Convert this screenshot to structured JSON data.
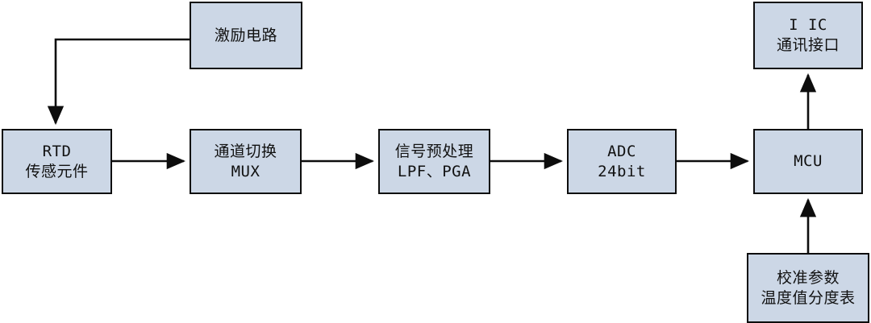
{
  "diagram": {
    "type": "block-diagram",
    "background_color": "#ffffff",
    "node_fill_color": "#ccd7e6",
    "node_border_color": "#0d0d0d",
    "edge_color": "#0d0d0d",
    "nodes": {
      "excitation": {
        "line1": "激励电路",
        "line2": ""
      },
      "iic": {
        "line1": "I IC",
        "line2": "通讯接口"
      },
      "rtd": {
        "line1": "RTD",
        "line2": "传感元件"
      },
      "mux": {
        "line1": "通道切换",
        "line2": "MUX"
      },
      "preprocess": {
        "line1": "信号预处理",
        "line2": "LPF、PGA"
      },
      "adc": {
        "line1": "ADC",
        "line2": "24bit"
      },
      "mcu": {
        "line1": "MCU",
        "line2": ""
      },
      "calibration": {
        "line1": "校准参数",
        "line2": "温度值分度表"
      }
    },
    "edges": [
      {
        "name": "excitation-to-rtd",
        "from": "excitation",
        "to": "rtd",
        "style": "elbow-down-arrow"
      },
      {
        "name": "rtd-to-mux",
        "from": "rtd",
        "to": "mux",
        "style": "straight-right-arrow"
      },
      {
        "name": "mux-to-preprocess",
        "from": "mux",
        "to": "preprocess",
        "style": "straight-right-arrow"
      },
      {
        "name": "preprocess-to-adc",
        "from": "preprocess",
        "to": "adc",
        "style": "straight-right-arrow"
      },
      {
        "name": "adc-to-mcu",
        "from": "adc",
        "to": "mcu",
        "style": "straight-right-arrow"
      },
      {
        "name": "mcu-to-iic",
        "from": "mcu",
        "to": "iic",
        "style": "straight-up-arrow"
      },
      {
        "name": "calibration-to-mcu",
        "from": "calibration",
        "to": "mcu",
        "style": "straight-up-arrow"
      }
    ]
  }
}
